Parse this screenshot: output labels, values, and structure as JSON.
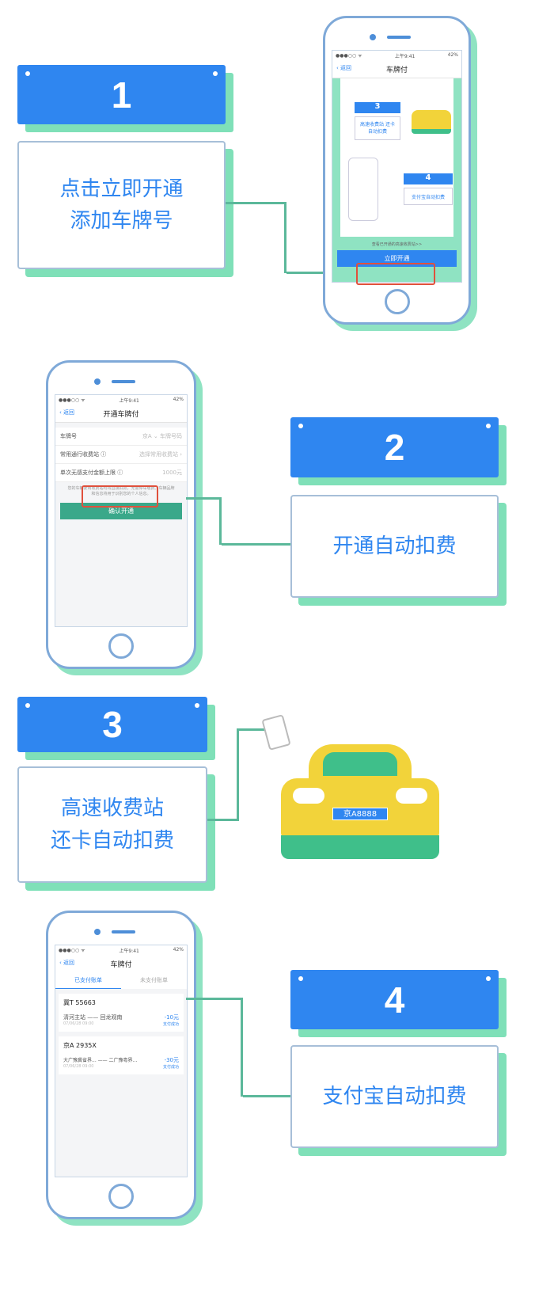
{
  "steps": [
    {
      "number": "1",
      "text_lines": [
        "点击立即开通",
        "添加车牌号"
      ]
    },
    {
      "number": "2",
      "text_lines": [
        "开通自动扣费"
      ]
    },
    {
      "number": "3",
      "text_lines": [
        "高速收费站",
        "还卡自动扣费"
      ]
    },
    {
      "number": "4",
      "text_lines": [
        "支付宝自动扣费"
      ]
    }
  ],
  "status_bar": {
    "carrier": "●●●○○ ᯤ",
    "time": "上午9:41",
    "battery": "42%"
  },
  "phone1": {
    "back": "返回",
    "title": "车牌付",
    "mini_step3": "3",
    "mini_step3_text": "高速收费站 还卡自动扣费",
    "mini_step4": "4",
    "mini_step4_text": "支付宝自动扣费",
    "link": "查看已开通的高速收费站>>",
    "button": "立即开通"
  },
  "phone2": {
    "back": "返回",
    "title": "开通车牌付",
    "rows": [
      {
        "label": "车牌号",
        "value": "京A ⌄  车牌号码"
      },
      {
        "label": "常用通行收费站 ⓘ",
        "value": "选择常用收费站 ›"
      },
      {
        "label": "单次无感支付金额上限 ⓘ",
        "value": "1000元"
      }
    ],
    "note": "您的车辆驶出收费站时将直接扣款，无需停车缴费。车辆品牌和信息将用于识别您的个人信息。",
    "button": "确认开通"
  },
  "phone4": {
    "back": "返回",
    "title": "车牌付",
    "tabs": [
      "已支付账单",
      "未支付账单"
    ],
    "bills": [
      {
        "plate": "冀T 55663",
        "route": "清河主站 —— 回龙观南",
        "time": "07/06/28 09:00",
        "amount": "-10元",
        "status": "支付成功"
      },
      {
        "plate": "京A 2935X",
        "route": "大广豫冀省界... —— 二广豫粤界...",
        "time": "07/06/28 09:00",
        "amount": "-30元",
        "status": "支付成功"
      }
    ]
  },
  "car": {
    "plate": "京A8888"
  }
}
